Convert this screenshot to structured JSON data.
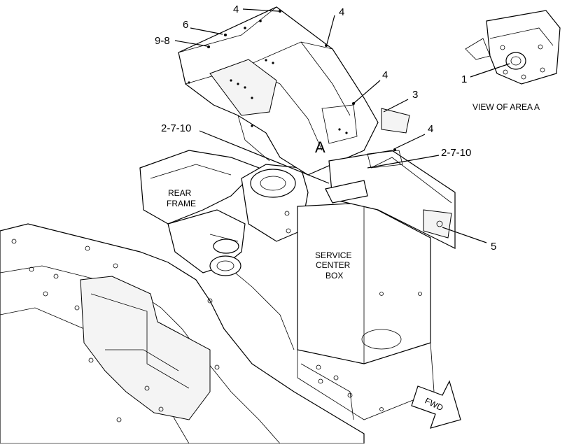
{
  "callouts": {
    "c4_top": "4",
    "c4_right_top": "4",
    "c6": "6",
    "c9_8": "9-8",
    "c4_mid": "4",
    "c3": "3",
    "c2_7_10_left": "2-7-10",
    "c4_right": "4",
    "c2_7_10_right": "2-7-10",
    "c5": "5",
    "c1_view": "1"
  },
  "labels": {
    "area_marker": "A",
    "view_of_area": "VIEW OF AREA A",
    "rear_frame_line1": "REAR",
    "rear_frame_line2": "FRAME",
    "service_line1": "SERVICE",
    "service_line2": "CENTER",
    "service_line3": "BOX",
    "fwd": "FWD"
  }
}
